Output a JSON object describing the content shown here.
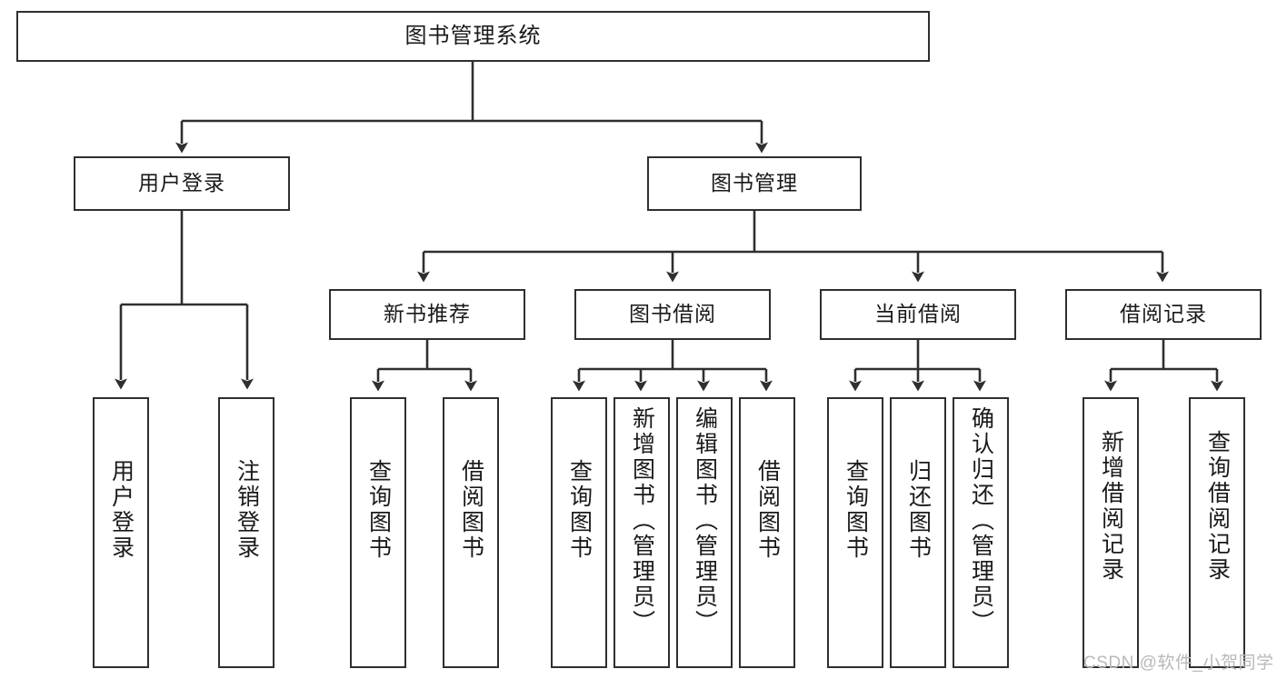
{
  "diagram": {
    "title": "图书管理系统",
    "type": "hierarchy-tree",
    "root": {
      "label": "图书管理系统"
    },
    "level1": [
      {
        "label": "用户登录"
      },
      {
        "label": "图书管理"
      }
    ],
    "level2": [
      {
        "label": "新书推荐"
      },
      {
        "label": "图书借阅"
      },
      {
        "label": "当前借阅"
      },
      {
        "label": "借阅记录"
      }
    ],
    "leaves": {
      "user_login": [
        {
          "label": "用户登录"
        },
        {
          "label": "注销登录"
        }
      ],
      "new_book_recommend": [
        {
          "label": "查询图书"
        },
        {
          "label": "借阅图书"
        }
      ],
      "book_borrow": [
        {
          "label": "查询图书"
        },
        {
          "label": "新增图书（管理员）"
        },
        {
          "label": "编辑图书（管理员）"
        },
        {
          "label": "借阅图书"
        }
      ],
      "current_borrow": [
        {
          "label": "查询图书"
        },
        {
          "label": "归还图书"
        },
        {
          "label": "确认归还（管理员）"
        }
      ],
      "borrow_record": [
        {
          "label": "新增借阅记录"
        },
        {
          "label": "查询借阅记录"
        }
      ]
    }
  },
  "watermark": {
    "text": "CSDN @软件_小贺同学"
  },
  "colors": {
    "stroke": "#2f2f2f",
    "fill": "#ffffff",
    "text": "#1a1a1a",
    "watermark": "#b9b9b9"
  }
}
